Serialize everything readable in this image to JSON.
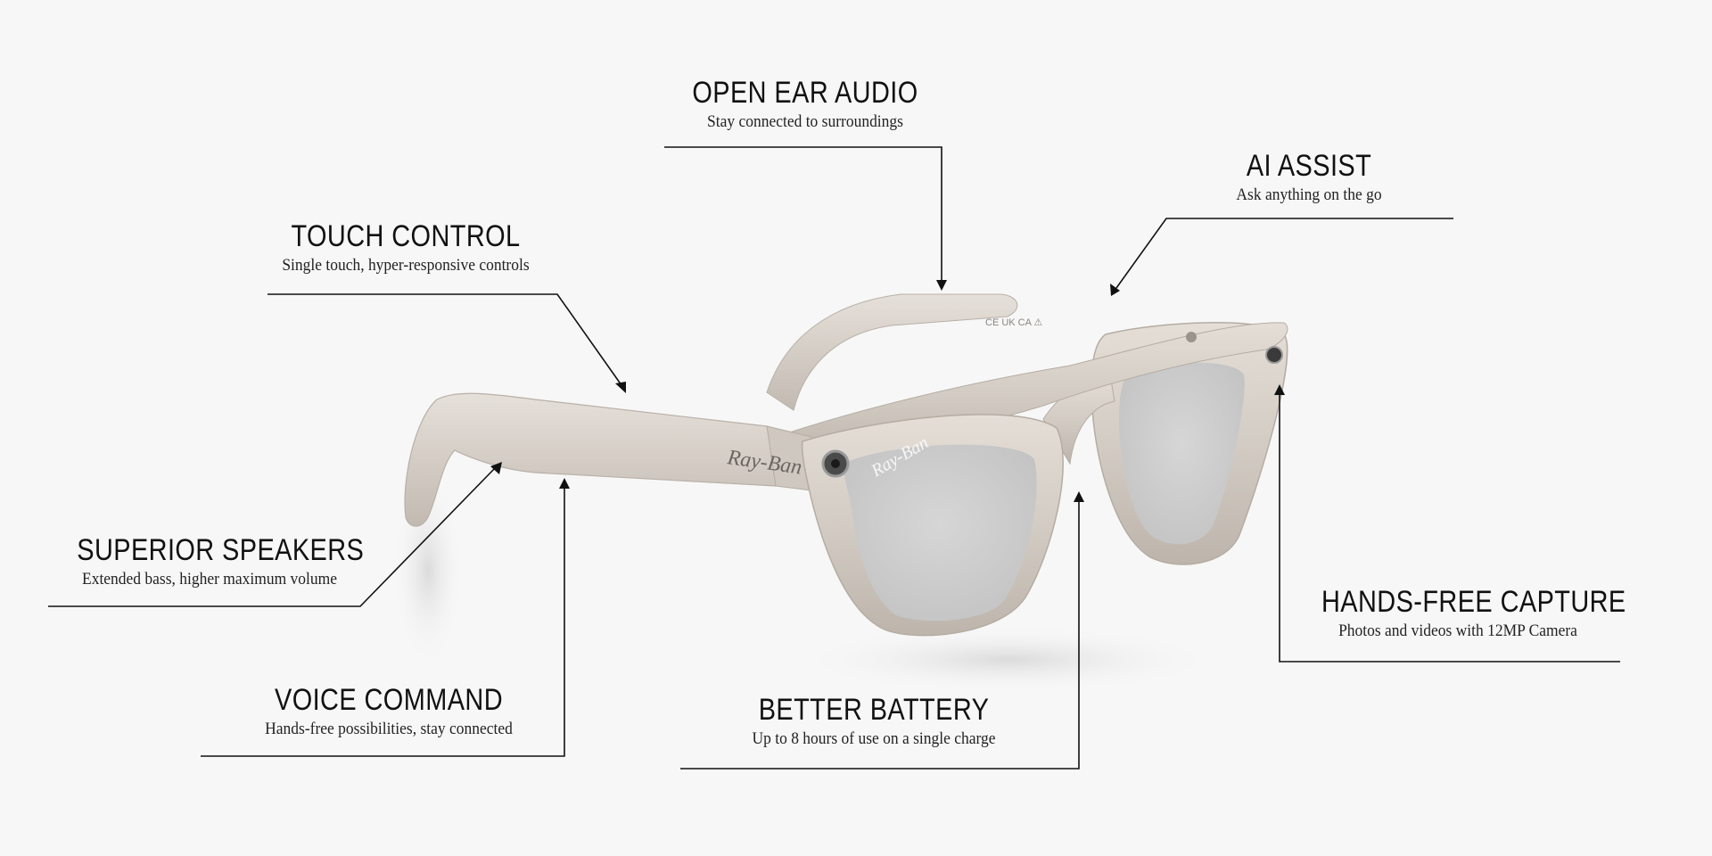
{
  "features": {
    "open_ear_audio": {
      "title": "OPEN EAR AUDIO",
      "subtitle": "Stay connected to surroundings"
    },
    "ai_assist": {
      "title": "AI ASSIST",
      "subtitle": "Ask anything on the go"
    },
    "touch_control": {
      "title": "TOUCH CONTROL",
      "subtitle": "Single touch, hyper-responsive controls"
    },
    "superior_speakers": {
      "title": "SUPERIOR SPEAKERS",
      "subtitle": "Extended bass, higher maximum volume"
    },
    "voice_command": {
      "title": "VOICE COMMAND",
      "subtitle": "Hands-free possibilities, stay connected"
    },
    "better_battery": {
      "title": "BETTER BATTERY",
      "subtitle": "Up to 8 hours of use on a single charge"
    },
    "hands_free_capture": {
      "title": "HANDS-FREE CAPTURE",
      "subtitle": "Photos and videos with 12MP Camera"
    }
  },
  "product": {
    "brand_mark": "Ray-Ban",
    "frame_color": "#d6cfc7",
    "lens_color": "#c9c9c9"
  },
  "colors": {
    "line": "#111111",
    "background": "#f7f7f7"
  }
}
